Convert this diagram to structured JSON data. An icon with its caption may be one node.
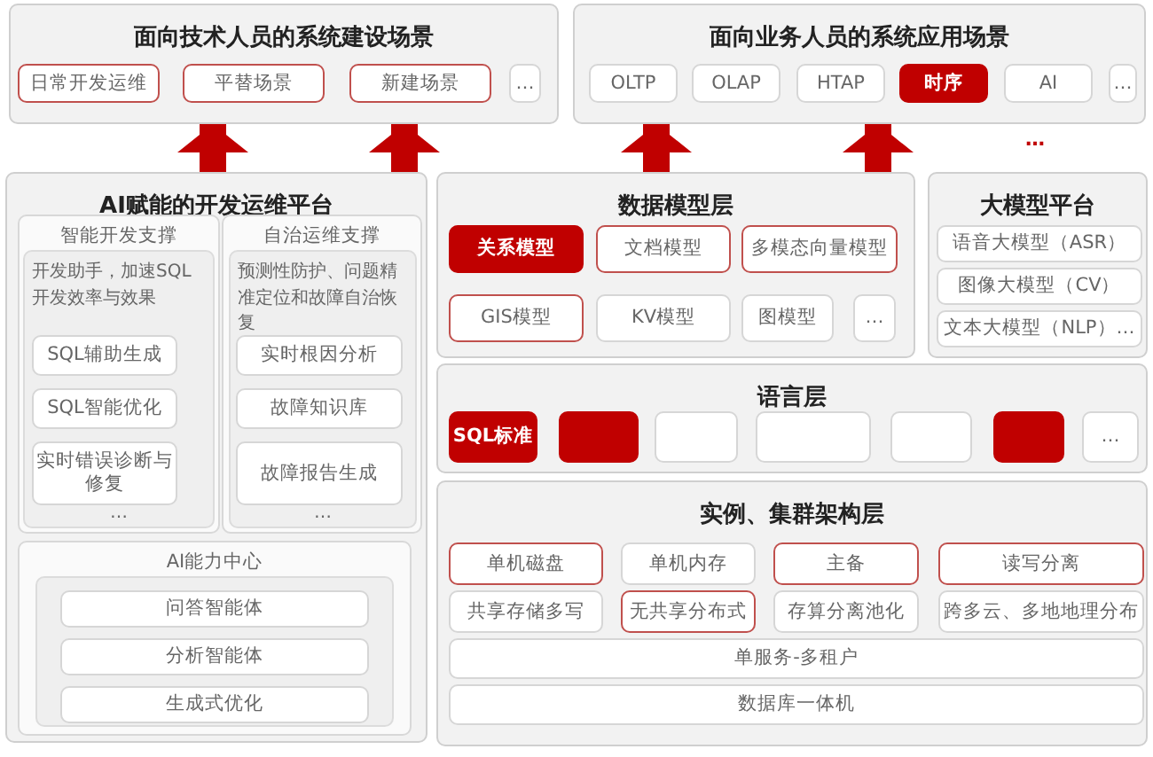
{
  "diagram": {
    "nodes": [
      {
        "text": [
          "面向技术人员的系统建设场景"
        ]
      },
      {
        "text": [
          "日常开发运维"
        ],
        "in": 0
      },
      {
        "text": [
          "平替场景"
        ],
        "in": 0
      },
      {
        "text": [
          "新建场景"
        ],
        "in": 0
      },
      {
        "text": [
          "…"
        ],
        "in": 0
      },
      {
        "text": [
          "面向业务人员的系统应用场景"
        ]
      },
      {
        "text": [
          "OLTP"
        ],
        "in": 5
      },
      {
        "text": [
          "OLAP"
        ],
        "in": 5
      },
      {
        "text": [
          "HTAP"
        ],
        "in": 5
      },
      {
        "text": [
          "时序"
        ],
        "in": 5
      },
      {
        "text": [
          "AI"
        ],
        "in": 5
      },
      {
        "text": [
          "…"
        ],
        "in": 5
      },
      {
        "text": [
          "AI赋能的开发运维平台"
        ]
      },
      {
        "text": [
          "智能开发支撑"
        ],
        "in": 12
      },
      {
        "text": [
          "开发助手，加速SQL开发效率与效果",
          "…"
        ],
        "in": 13
      },
      {
        "text": [
          "SQL辅助生成"
        ],
        "in": 14
      },
      {
        "text": [
          "SQL智能优化"
        ],
        "in": 14
      },
      {
        "text": [
          "实时错误诊断与修复"
        ],
        "in": 14
      },
      {
        "text": [
          "自治运维支撑"
        ],
        "in": 12
      },
      {
        "text": [
          "预测性防护、问题精准定位和故障自治恢复",
          "…"
        ],
        "in": 18
      },
      {
        "text": [
          "实时根因分析"
        ],
        "in": 19
      },
      {
        "text": [
          "故障知识库"
        ],
        "in": 19
      },
      {
        "text": [
          "故障报告生成"
        ],
        "in": 19
      },
      {
        "text": [
          "AI能力中心"
        ],
        "in": 12
      },
      {
        "text": [],
        "shape": "box",
        "in": 23
      },
      {
        "text": [
          "问答智能体"
        ],
        "in": 24
      },
      {
        "text": [
          "分析智能体"
        ],
        "in": 24
      },
      {
        "text": [
          "生成式优化"
        ],
        "in": 24
      },
      {
        "text": [
          "数据模型层"
        ]
      },
      {
        "text": [
          "关系模型"
        ],
        "in": 28
      },
      {
        "text": [
          "文档模型"
        ],
        "in": 28
      },
      {
        "text": [
          "多模态向量模型"
        ],
        "in": 28
      },
      {
        "text": [
          "GIS模型"
        ],
        "in": 28
      },
      {
        "text": [
          "KV模型"
        ],
        "in": 28
      },
      {
        "text": [
          "图模型"
        ],
        "in": 28
      },
      {
        "text": [
          "…"
        ],
        "in": 28
      },
      {
        "text": [
          "大模型平台"
        ]
      },
      {
        "text": [
          "语音大模型（ASR）"
        ],
        "in": 36
      },
      {
        "text": [
          "图像大模型（CV）"
        ],
        "in": 36
      },
      {
        "text": [
          "文本大模型（NLP）…"
        ],
        "in": 36
      },
      {
        "text": [
          "语言层"
        ]
      },
      {
        "text": [
          "SQL标准"
        ],
        "in": 40
      },
      {
        "text": [],
        "shape": "box",
        "in": 40
      },
      {
        "text": [],
        "shape": "box",
        "in": 40
      },
      {
        "text": [],
        "shape": "box",
        "in": 40
      },
      {
        "text": [],
        "shape": "box",
        "in": 40
      },
      {
        "text": [],
        "shape": "box",
        "in": 40
      },
      {
        "text": [
          "…"
        ],
        "in": 40
      },
      {
        "text": [
          "实例、集群架构层"
        ]
      },
      {
        "text": [
          "单机磁盘"
        ],
        "in": 48
      },
      {
        "text": [
          "单机内存"
        ],
        "in": 48
      },
      {
        "text": [
          "主备"
        ],
        "in": 48
      },
      {
        "text": [
          "读写分离"
        ],
        "in": 48
      },
      {
        "text": [
          "共享存储多写"
        ],
        "in": 48
      },
      {
        "text": [
          "无共享分布式"
        ],
        "in": 48
      },
      {
        "text": [
          "存算分离池化"
        ],
        "in": 48
      },
      {
        "text": [
          "跨多云、多地地理分布"
        ],
        "in": 48
      },
      {
        "text": [
          "单服务-多租户"
        ],
        "in": 48
      },
      {
        "text": [
          "数据库一体机"
        ],
        "in": 48
      }
    ],
    "edges": [
      {
        "from": 12,
        "to": 0,
        "arrow": "to"
      },
      {
        "from": 12,
        "to": 0,
        "arrow": "to"
      },
      {
        "from": 28,
        "to": 5,
        "arrow": "to"
      },
      {
        "from": 28,
        "to": 5,
        "arrow": "to"
      }
    ],
    "labels": [
      "…"
    ]
  }
}
